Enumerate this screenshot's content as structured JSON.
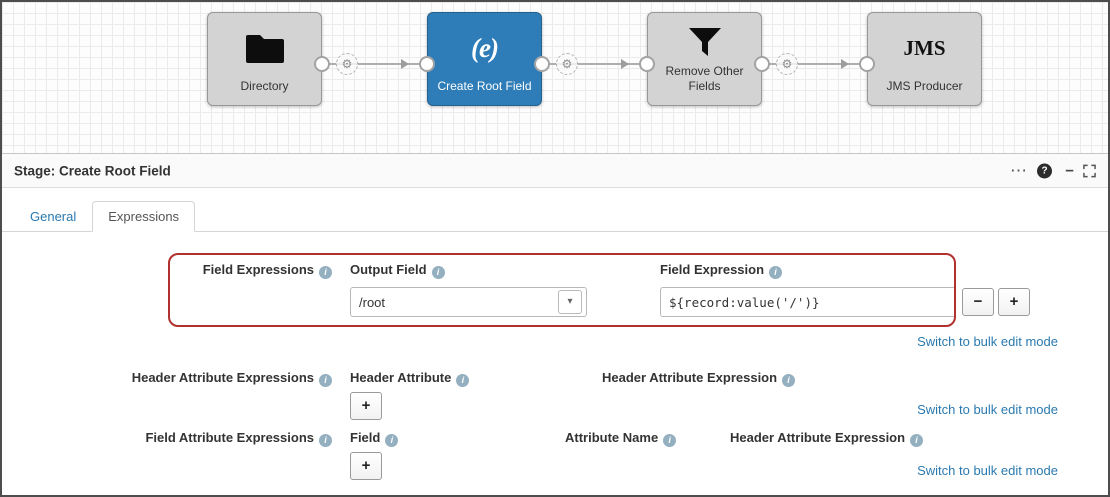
{
  "colors": {
    "accent_blue": "#2e7db8",
    "link_blue": "#2a7ab0",
    "annotation_red": "#b0312d"
  },
  "icons": {
    "info": "i",
    "help": "?",
    "more": "⋯",
    "minimize": "−",
    "dropdown_caret": "▾",
    "gear": "⚙"
  },
  "canvas": {
    "stages": [
      {
        "label": "Directory",
        "icon": "folder-icon",
        "selected": false
      },
      {
        "label": "Create Root Field",
        "icon": "expression-icon",
        "icon_text": "(e)",
        "selected": true
      },
      {
        "label": "Remove Other Fields",
        "icon": "filter-funnel-icon",
        "selected": false
      },
      {
        "label": "JMS Producer",
        "icon": "jms-icon",
        "icon_text": "JMS",
        "selected": false
      }
    ]
  },
  "panel": {
    "title": "Stage: Create Root Field",
    "tabs": [
      {
        "label": "General",
        "active": false
      },
      {
        "label": "Expressions",
        "active": true
      }
    ],
    "field_expressions": {
      "label": "Field Expressions",
      "output_field_header": "Output Field",
      "field_expression_header": "Field Expression",
      "rows": [
        {
          "output_field": "/root",
          "field_expression": "${record:value('/')}"
        }
      ],
      "remove_label": "−",
      "add_label": "+",
      "bulk_link": "Switch to bulk edit mode"
    },
    "header_attribute_expressions": {
      "label": "Header Attribute Expressions",
      "header_attribute_header": "Header Attribute",
      "expression_header": "Header Attribute Expression",
      "add_label": "+",
      "bulk_link": "Switch to bulk edit mode"
    },
    "field_attribute_expressions": {
      "label": "Field Attribute Expressions",
      "field_header": "Field",
      "attribute_name_header": "Attribute Name",
      "expression_header": "Header Attribute Expression",
      "add_label": "+",
      "bulk_link": "Switch to bulk edit mode"
    }
  }
}
